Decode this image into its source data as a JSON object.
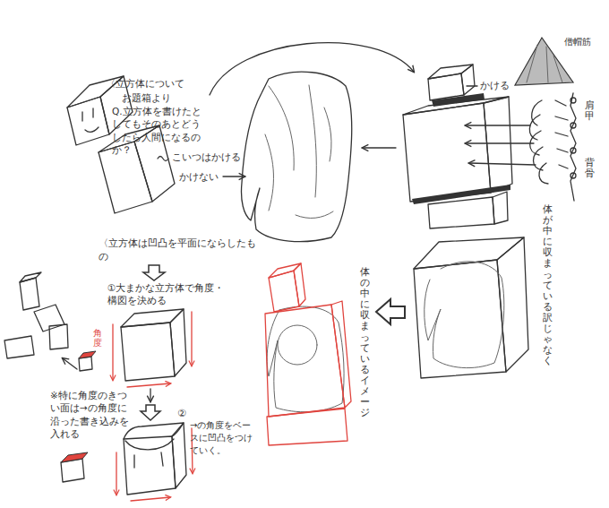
{
  "diagram": {
    "labels": [
      "〈立方体について",
      "お題箱より",
      "Q.立方体を書けたとしてもそのあとどうしたら人間になるのか？",
      "こいつはかける",
      "かけない",
      "かける",
      "僧帽筋",
      "肩甲",
      "背骨",
      "体が中に収まっている訳じゃなく",
      "〈立方体は凹凸を平面にならしたもの",
      "①大まかな立方体で角度・構図を決める",
      "角度",
      "※特に角度のきつい面は→の角度に沿った書き込みを入れる",
      "②",
      "→の角度をベースに凹凸をつけていく。",
      "体の中に収まっているイメージ"
    ]
  }
}
